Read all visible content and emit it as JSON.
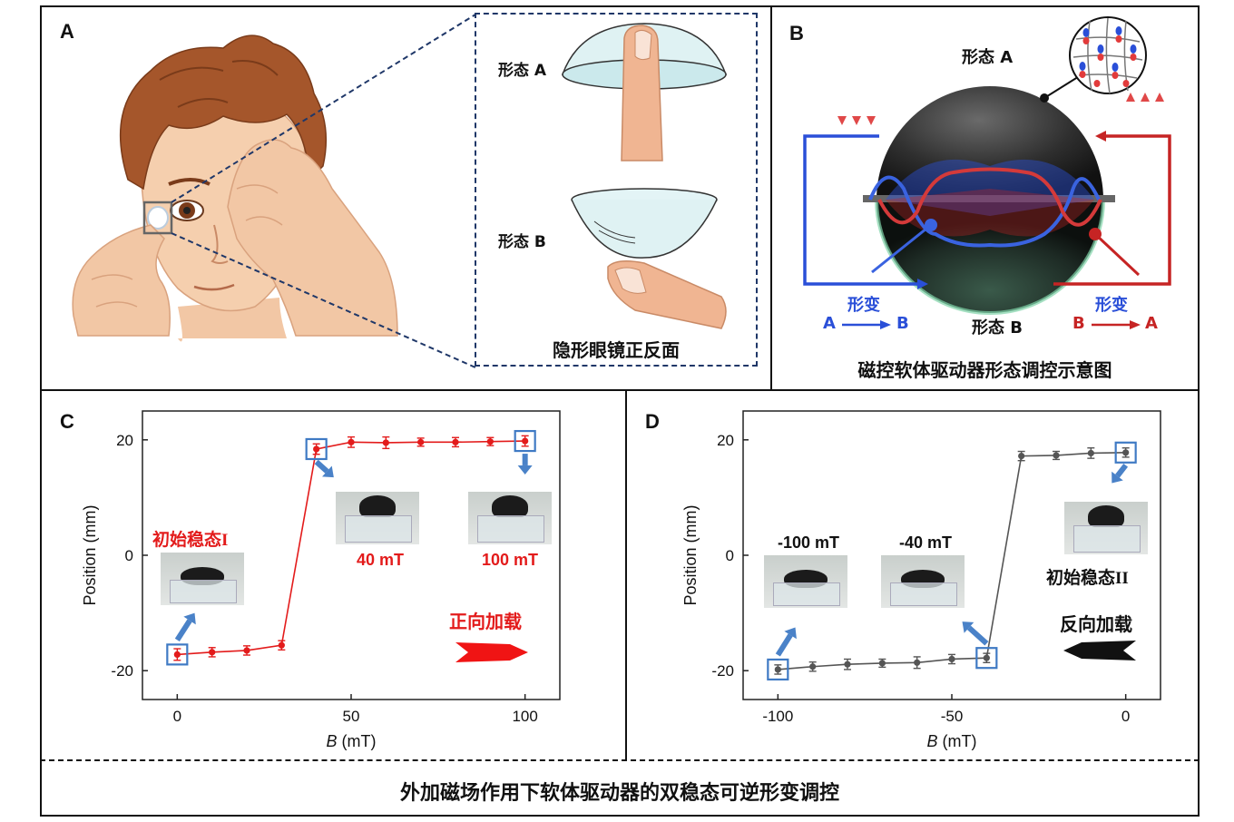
{
  "panel_a": {
    "label": "A",
    "state_a": "形态 A",
    "state_b": "形态 B",
    "caption": "隐形眼镜正反面"
  },
  "panel_b": {
    "label": "B",
    "state_a": "形态 A",
    "state_b": "形态 B",
    "deform_left": "形变",
    "deform_left_from": "A",
    "deform_left_to": "B",
    "deform_right": "形变",
    "deform_right_from": "B",
    "deform_right_to": "A",
    "caption": "磁控软体驱动器形态调控示意图",
    "colors": {
      "blue": "#2a4fd8",
      "red": "#c62424"
    }
  },
  "panel_c": {
    "label": "C",
    "ann_initial": "初始稳态I",
    "ann_40": "40 mT",
    "ann_100": "100 mT",
    "ann_direction": "正向加载"
  },
  "panel_d": {
    "label": "D",
    "ann_m100": "-100 mT",
    "ann_m40": "-40 mT",
    "ann_initial": "初始稳态II",
    "ann_direction": "反向加载"
  },
  "footer": {
    "caption": "外加磁场作用下软体驱动器的双稳态可逆形变调控"
  },
  "chart_data": [
    {
      "type": "line",
      "panel": "C",
      "x": [
        0,
        10,
        20,
        30,
        40,
        50,
        60,
        70,
        80,
        90,
        100
      ],
      "y": [
        -17.2,
        -16.8,
        -16.5,
        -15.6,
        18.4,
        19.6,
        19.5,
        19.6,
        19.6,
        19.7,
        19.8
      ],
      "yerr": [
        1.0,
        0.8,
        0.8,
        0.8,
        0.9,
        0.9,
        1.0,
        0.7,
        0.8,
        0.7,
        0.9
      ],
      "xlabel_italic": "B",
      "xlabel_unit": " (mT)",
      "ylabel": "Position (mm)",
      "xlim": [
        -10,
        110
      ],
      "ylim": [
        -25,
        25
      ],
      "xticks": [
        0,
        50,
        100
      ],
      "yticks": [
        -20,
        0,
        20
      ],
      "color": "#e31b1b",
      "highlight_x": [
        0,
        40,
        100
      ]
    },
    {
      "type": "line",
      "panel": "D",
      "x": [
        -100,
        -90,
        -80,
        -70,
        -60,
        -50,
        -40,
        -30,
        -20,
        -10,
        0
      ],
      "y": [
        -19.8,
        -19.3,
        -18.9,
        -18.7,
        -18.6,
        -18.0,
        -17.8,
        17.2,
        17.3,
        17.7,
        17.8
      ],
      "yerr": [
        0.8,
        0.8,
        0.9,
        0.7,
        1.0,
        0.8,
        0.8,
        0.8,
        0.7,
        0.9,
        0.8
      ],
      "xlabel_italic": "B",
      "xlabel_unit": " (mT)",
      "ylabel": "Position (mm)",
      "xlim": [
        -110,
        10
      ],
      "ylim": [
        -25,
        25
      ],
      "xticks": [
        -100,
        -50,
        0
      ],
      "yticks": [
        -20,
        0,
        20
      ],
      "color": "#555555",
      "highlight_x": [
        -100,
        -40,
        0
      ]
    }
  ]
}
